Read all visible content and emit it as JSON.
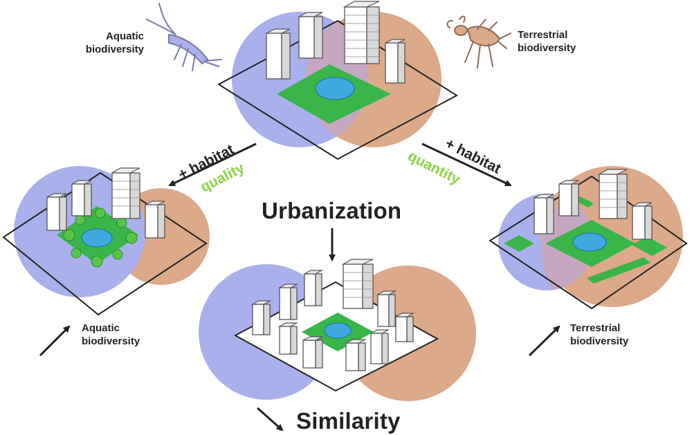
{
  "labels": {
    "aquatic_top": "Aquatic biodiversity",
    "terrestrial_top": "Terrestrial biodiversity",
    "aquatic_bottom": "Aquatic biodiversity",
    "terrestrial_bottom": "Terrestrial biodiversity",
    "urbanization": "Urbanization",
    "similarity": "Similarity",
    "plus_habitat_left": "+ habitat",
    "quality": "quality",
    "plus_habitat_right": "+ habitat",
    "quantity": "quantity"
  },
  "icons": [
    "shrimp-icon",
    "beetle-icon"
  ],
  "colors": {
    "aquatic_zone": "#aab0ec",
    "terrestrial_zone": "#dca98a",
    "overlap_zone": "#c6a7c1",
    "green_space": "#39b54a",
    "pond": "#3fa9e0",
    "qualifier_text": "#8cd146",
    "ink": "#222222"
  }
}
